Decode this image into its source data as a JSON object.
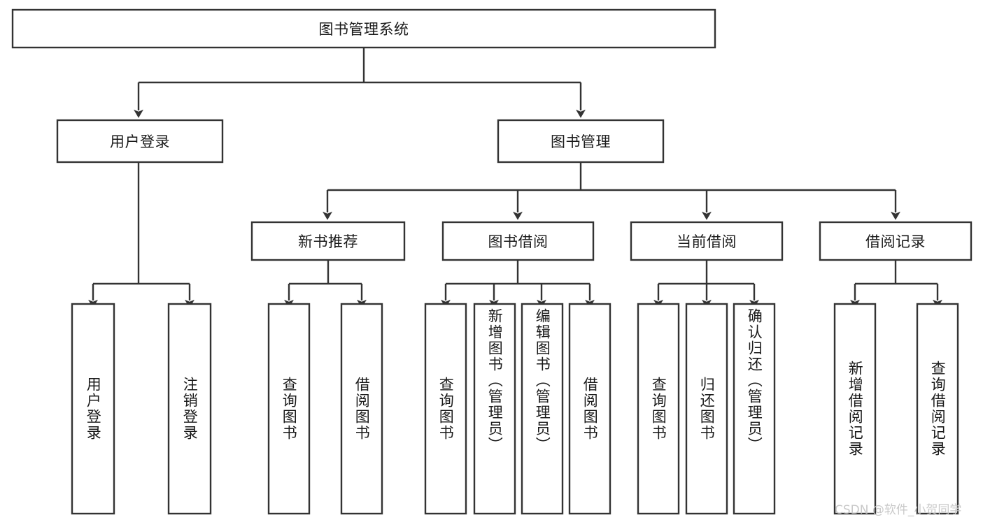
{
  "diagram": {
    "title": "图书管理系统",
    "type": "hierarchy-tree",
    "watermark": "CSDN @软件_小贺同学",
    "colors": {
      "stroke": "#333333",
      "box_fill": "#ffffff",
      "text": "#1a1a1a",
      "watermark": "#c9c9c9",
      "background": "#ffffff"
    },
    "root": {
      "label": "图书管理系统"
    },
    "level1": [
      {
        "label": "用户登录"
      },
      {
        "label": "图书管理"
      }
    ],
    "level2": [
      {
        "label": "新书推荐"
      },
      {
        "label": "图书借阅"
      },
      {
        "label": "当前借阅"
      },
      {
        "label": "借阅记录"
      }
    ],
    "leaves": {
      "user_login": [
        {
          "label": "用户登录"
        },
        {
          "label": "注销登录"
        }
      ],
      "new_book_recommend": [
        {
          "label": "查询图书"
        },
        {
          "label": "借阅图书"
        }
      ],
      "book_borrow": [
        {
          "label": "查询图书"
        },
        {
          "label": "新增图书（管理员）"
        },
        {
          "label": "编辑图书（管理员）"
        },
        {
          "label": "借阅图书"
        }
      ],
      "current_borrow": [
        {
          "label": "查询图书"
        },
        {
          "label": "归还图书"
        },
        {
          "label": "确认归还（管理员）"
        }
      ],
      "borrow_record": [
        {
          "label": "新增借阅记录"
        },
        {
          "label": "查询借阅记录"
        }
      ]
    }
  }
}
